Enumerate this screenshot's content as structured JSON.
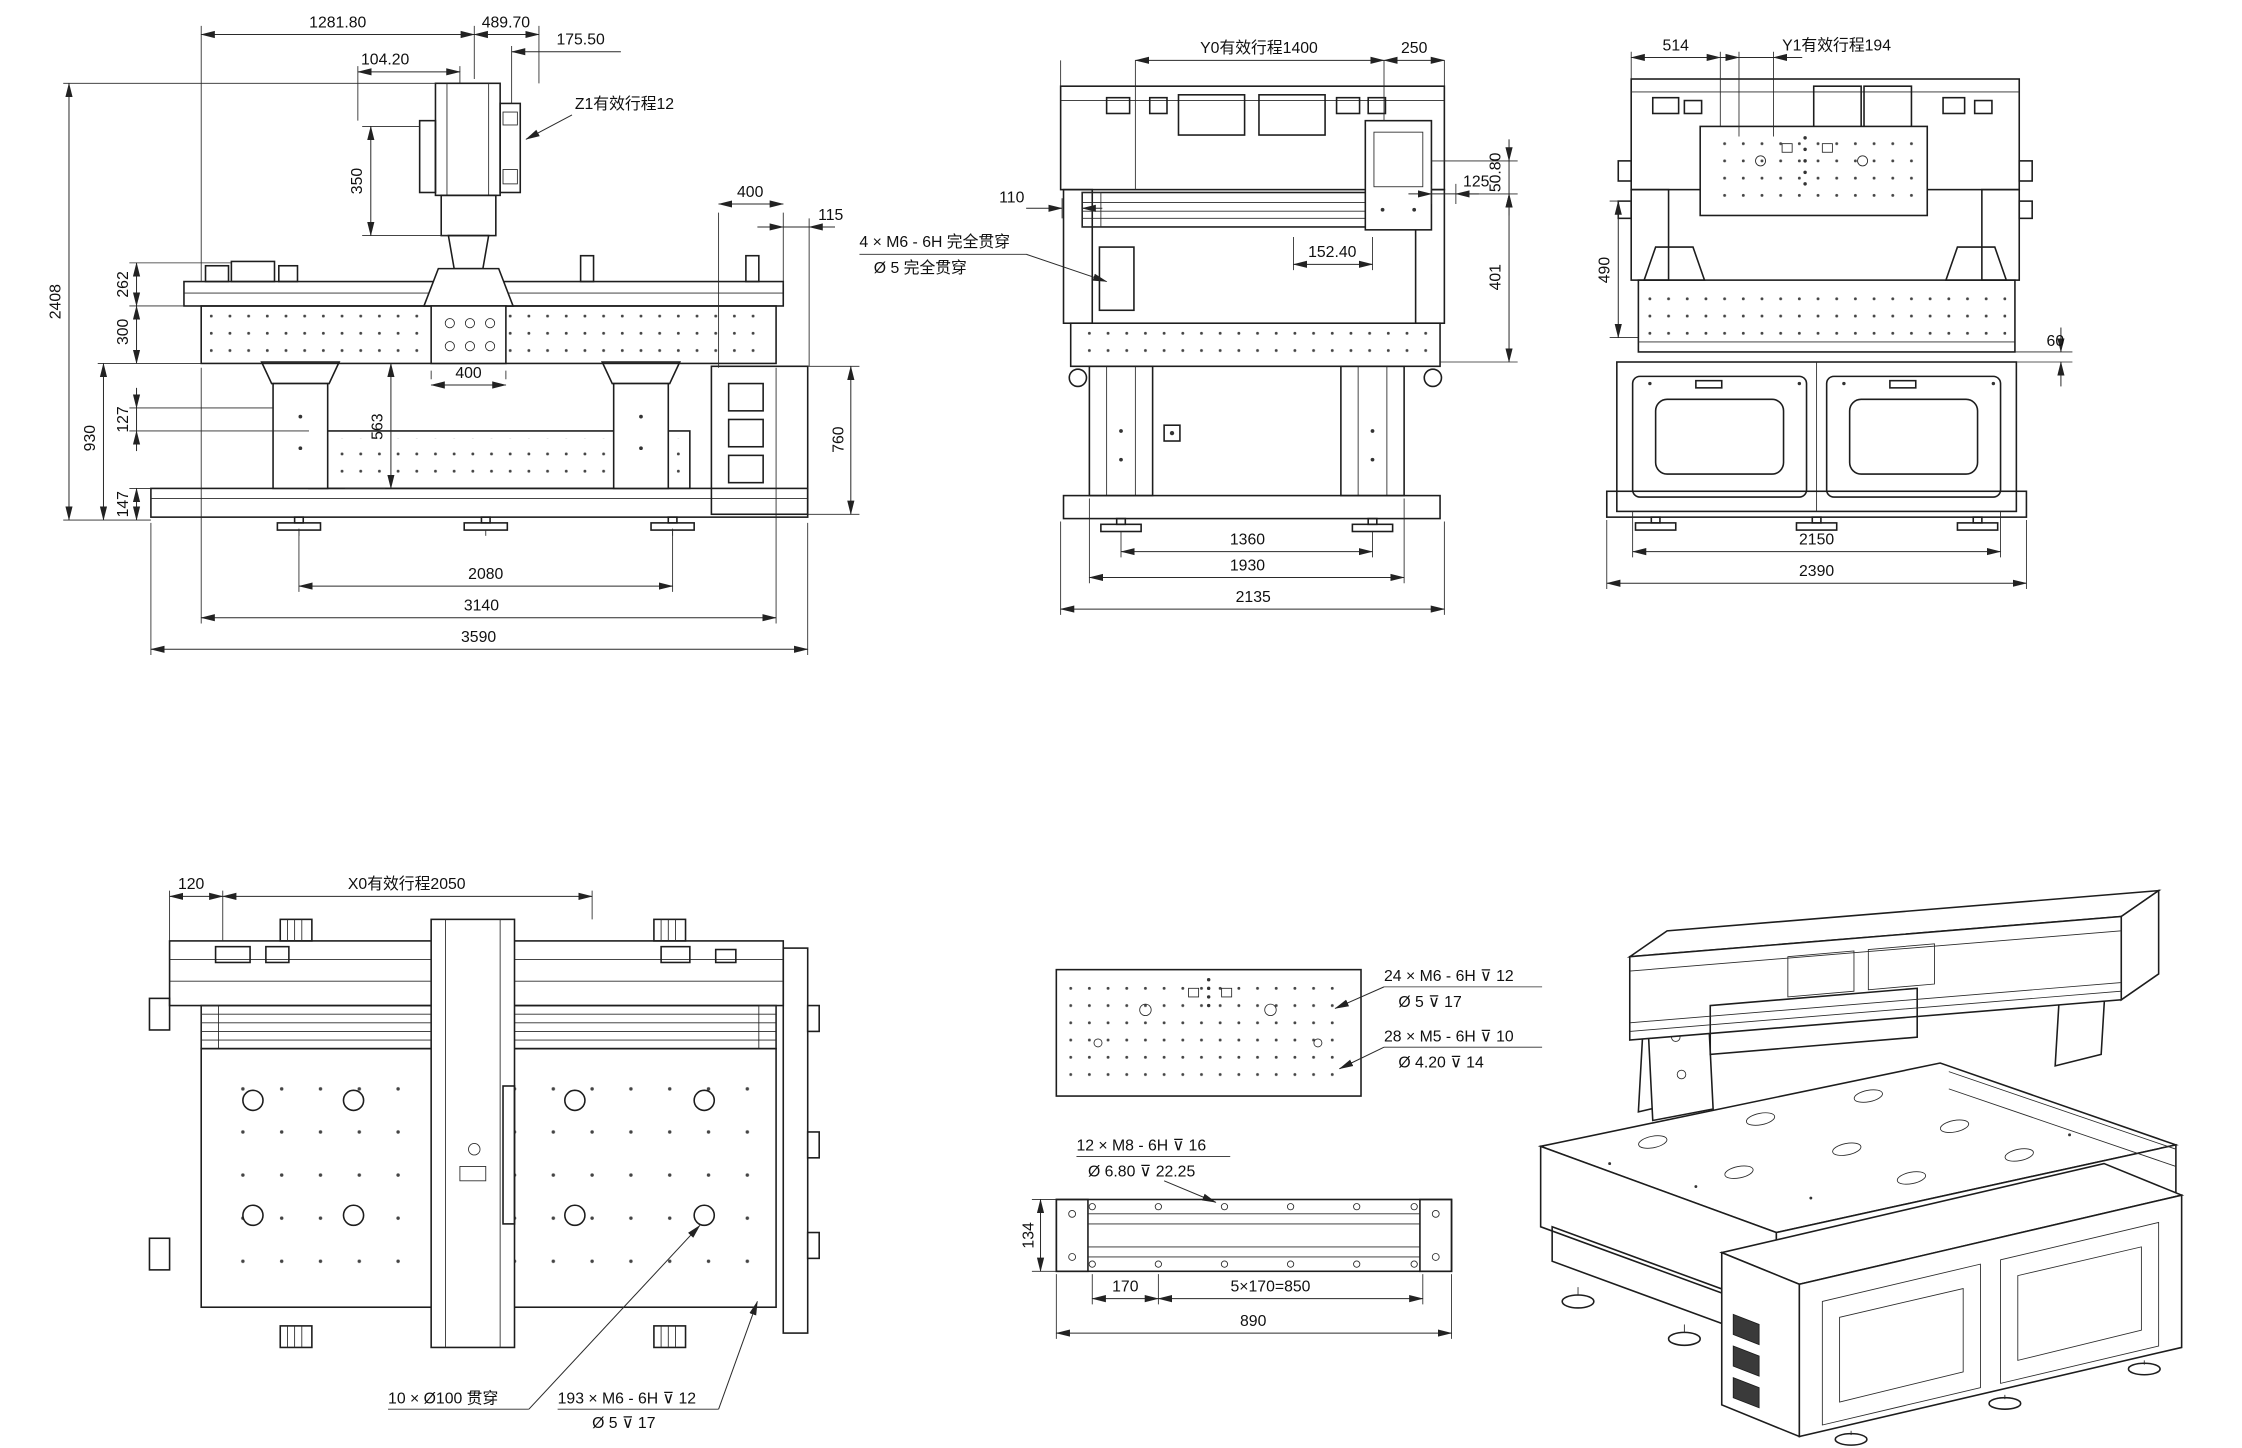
{
  "sheet": {
    "title": "CNC gantry machine multi-view dimensional drawing"
  },
  "front": {
    "d1281": "1281.80",
    "d489": "489.70",
    "d104": "104.20",
    "d175": "175.50",
    "z_stroke": "Z1有效行程12",
    "d350": "350",
    "d2408": "2408",
    "d262": "262",
    "d300": "300",
    "d930": "930",
    "d127": "127",
    "d147": "147",
    "d563": "563",
    "d400_top": "400",
    "d115": "115",
    "d400_plate": "400",
    "d760": "760",
    "d2080": "2080",
    "d3140": "3140",
    "d3590": "3590"
  },
  "side": {
    "y0_stroke": "Y0有效行程1400",
    "d250": "250",
    "d110": "110",
    "d125": "125",
    "d50_80": "50.80",
    "d401": "401",
    "d152_40": "152.40",
    "note_m6_a": "4 × M6 - 6H 完全贯穿",
    "note_m6_b": "Ø 5 完全贯穿",
    "d1360": "1360",
    "d1930": "1930",
    "d2135": "2135"
  },
  "end": {
    "d514": "514",
    "y1_stroke": "Y1有效行程194",
    "d490": "490",
    "d60": "60",
    "d2150": "2150",
    "d2390": "2390"
  },
  "plan": {
    "d120": "120",
    "x0_stroke": "X0有效行程2050",
    "note_holes": "10 × Ø100 贯穿",
    "note_m6_a": "193 × M6 - 6H ⊽ 12",
    "note_m6_b": "Ø 5 ⊽ 17"
  },
  "plate_detail": {
    "note_m6_a": "24 × M6 - 6H ⊽ 12",
    "note_m6_b": "Ø 5 ⊽ 17",
    "note_m5_a": "28 × M5 - 6H ⊽ 10",
    "note_m5_b": "Ø 4.20 ⊽ 14"
  },
  "rail_detail": {
    "note_m8_a": "12 × M8 - 6H ⊽ 16",
    "note_m8_b": "Ø 6.80 ⊽ 22.25",
    "d134": "134",
    "d170": "170",
    "d850": "5×170=850",
    "d890": "890"
  }
}
